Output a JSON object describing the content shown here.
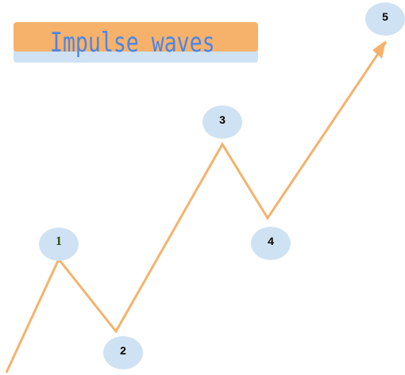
{
  "title": "Impulse waves",
  "colors": {
    "line": "#f6b26b",
    "banner": "#f6b26b",
    "banner_shadow": "#cfe2f3",
    "node_fill": "#cfe2f3",
    "title_text": "#4a86e8"
  },
  "waves": [
    {
      "id": "1",
      "label": "1"
    },
    {
      "id": "2",
      "label": "2"
    },
    {
      "id": "3",
      "label": "3"
    },
    {
      "id": "4",
      "label": "4"
    },
    {
      "id": "5",
      "label": "5"
    }
  ]
}
